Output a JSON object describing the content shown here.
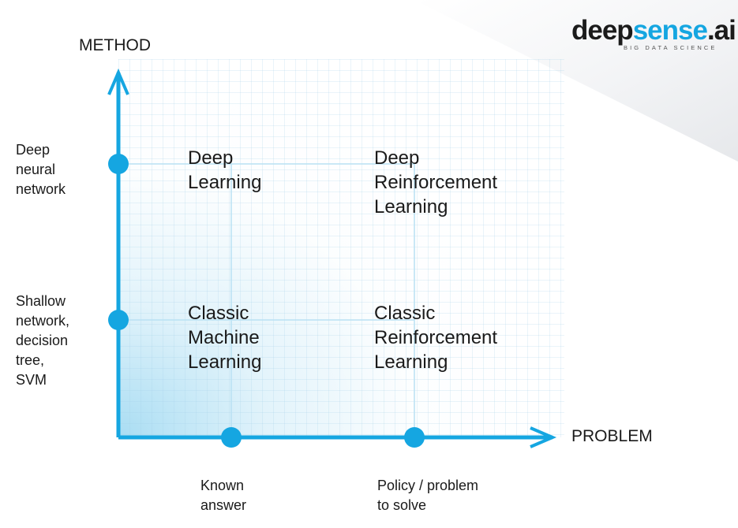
{
  "logo": {
    "part_a": "deep",
    "part_b": "sense",
    "part_c": ".ai",
    "tagline": "BIG DATA SCIENCE"
  },
  "axes": {
    "y_title": "METHOD",
    "x_title": "PROBLEM",
    "y_ticks": [
      "Deep\nneural\nnetwork",
      "Shallow\nnetwork,\ndecision\ntree,\nSVM"
    ],
    "x_ticks": [
      "Known\nanswer",
      "Policy / problem\nto solve"
    ]
  },
  "quadrants": {
    "top_left": "Deep\nLearning",
    "top_right": "Deep\nReinforcement\nLearning",
    "bottom_left": "Classic\nMachine\nLearning",
    "bottom_right": "Classic\nReinforcement\nLearning"
  },
  "colors": {
    "accent": "#15a6e1",
    "text": "#1a1a1a",
    "guide": "#b9e1f3"
  }
}
